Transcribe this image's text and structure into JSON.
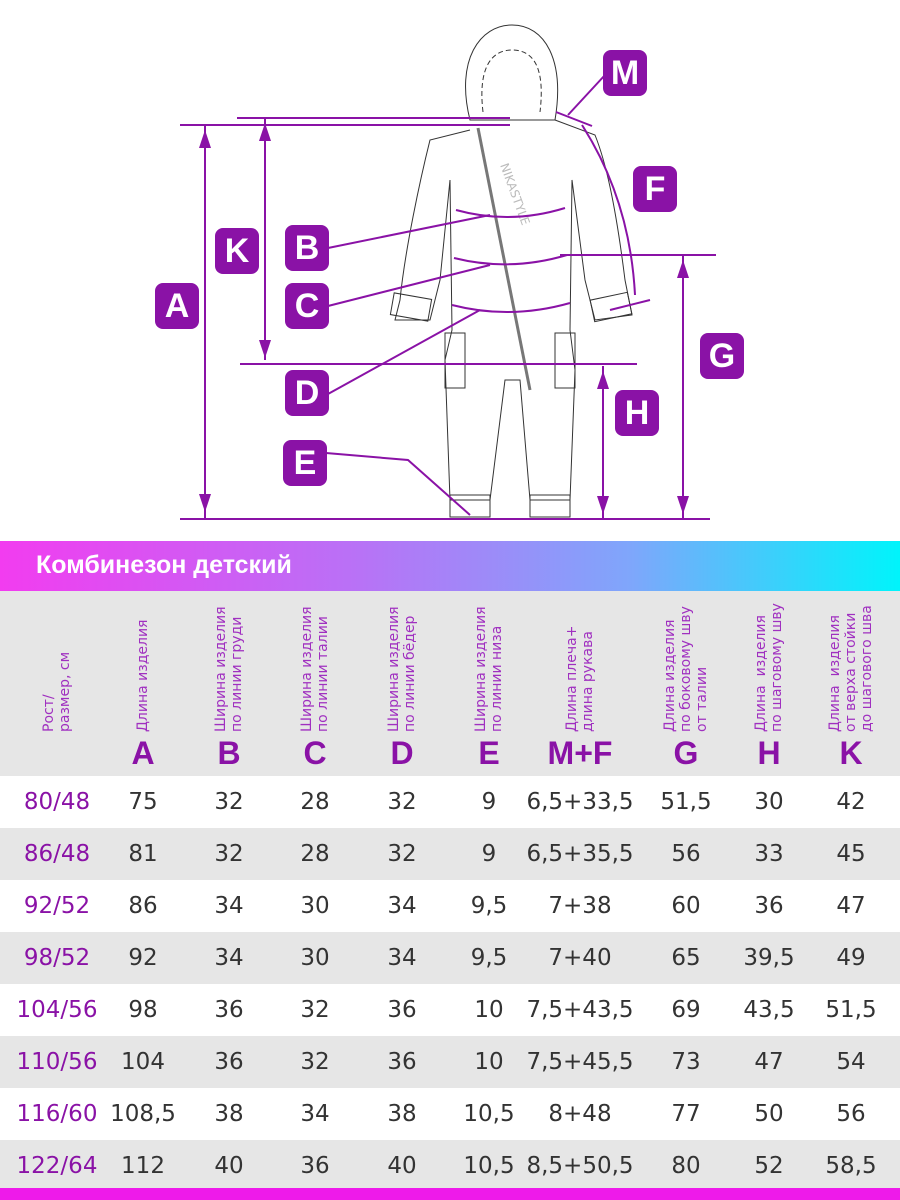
{
  "diagram": {
    "labels": [
      "A",
      "K",
      "B",
      "C",
      "D",
      "E",
      "M",
      "F",
      "G",
      "H"
    ],
    "brand_text": "NIKASTYLE",
    "accent": "#8a12a6"
  },
  "title": "Комбинезон детский",
  "headers": [
    {
      "text": "Рост/\nразмер, см",
      "letter": ""
    },
    {
      "text": "Длина изделия",
      "letter": "A"
    },
    {
      "text": "Ширина изделия\nпо линии груди",
      "letter": "B"
    },
    {
      "text": "Ширина изделия\nпо линии талии",
      "letter": "C"
    },
    {
      "text": "Ширина изделия\nпо линии бёдер",
      "letter": "D"
    },
    {
      "text": "Ширина изделия\nпо линии низа",
      "letter": "E"
    },
    {
      "text": "Длина плеча+\nдлина рукава",
      "letter": "M+F"
    },
    {
      "text": "Длина изделия\nпо боковому шву\nот талии",
      "letter": "G"
    },
    {
      "text": "Длина  изделия\nпо шаговому шву",
      "letter": "H"
    },
    {
      "text": "Длина  изделия\nот верха стойки\nдо шагового шва",
      "letter": "K"
    }
  ],
  "rows": [
    [
      "80/48",
      "75",
      "32",
      "28",
      "32",
      "9",
      "6,5+33,5",
      "51,5",
      "30",
      "42"
    ],
    [
      "86/48",
      "81",
      "32",
      "28",
      "32",
      "9",
      "6,5+35,5",
      "56",
      "33",
      "45"
    ],
    [
      "92/52",
      "86",
      "34",
      "30",
      "34",
      "9,5",
      "7+38",
      "60",
      "36",
      "47"
    ],
    [
      "98/52",
      "92",
      "34",
      "30",
      "34",
      "9,5",
      "7+40",
      "65",
      "39,5",
      "49"
    ],
    [
      "104/56",
      "98",
      "36",
      "32",
      "36",
      "10",
      "7,5+43,5",
      "69",
      "43,5",
      "51,5"
    ],
    [
      "110/56",
      "104",
      "36",
      "32",
      "36",
      "10",
      "7,5+45,5",
      "73",
      "47",
      "54"
    ],
    [
      "116/60",
      "108,5",
      "38",
      "34",
      "38",
      "10,5",
      "8+48",
      "77",
      "50",
      "56"
    ],
    [
      "122/64",
      "112",
      "40",
      "36",
      "40",
      "10,5",
      "8,5+50,5",
      "80",
      "52",
      "58,5"
    ]
  ]
}
